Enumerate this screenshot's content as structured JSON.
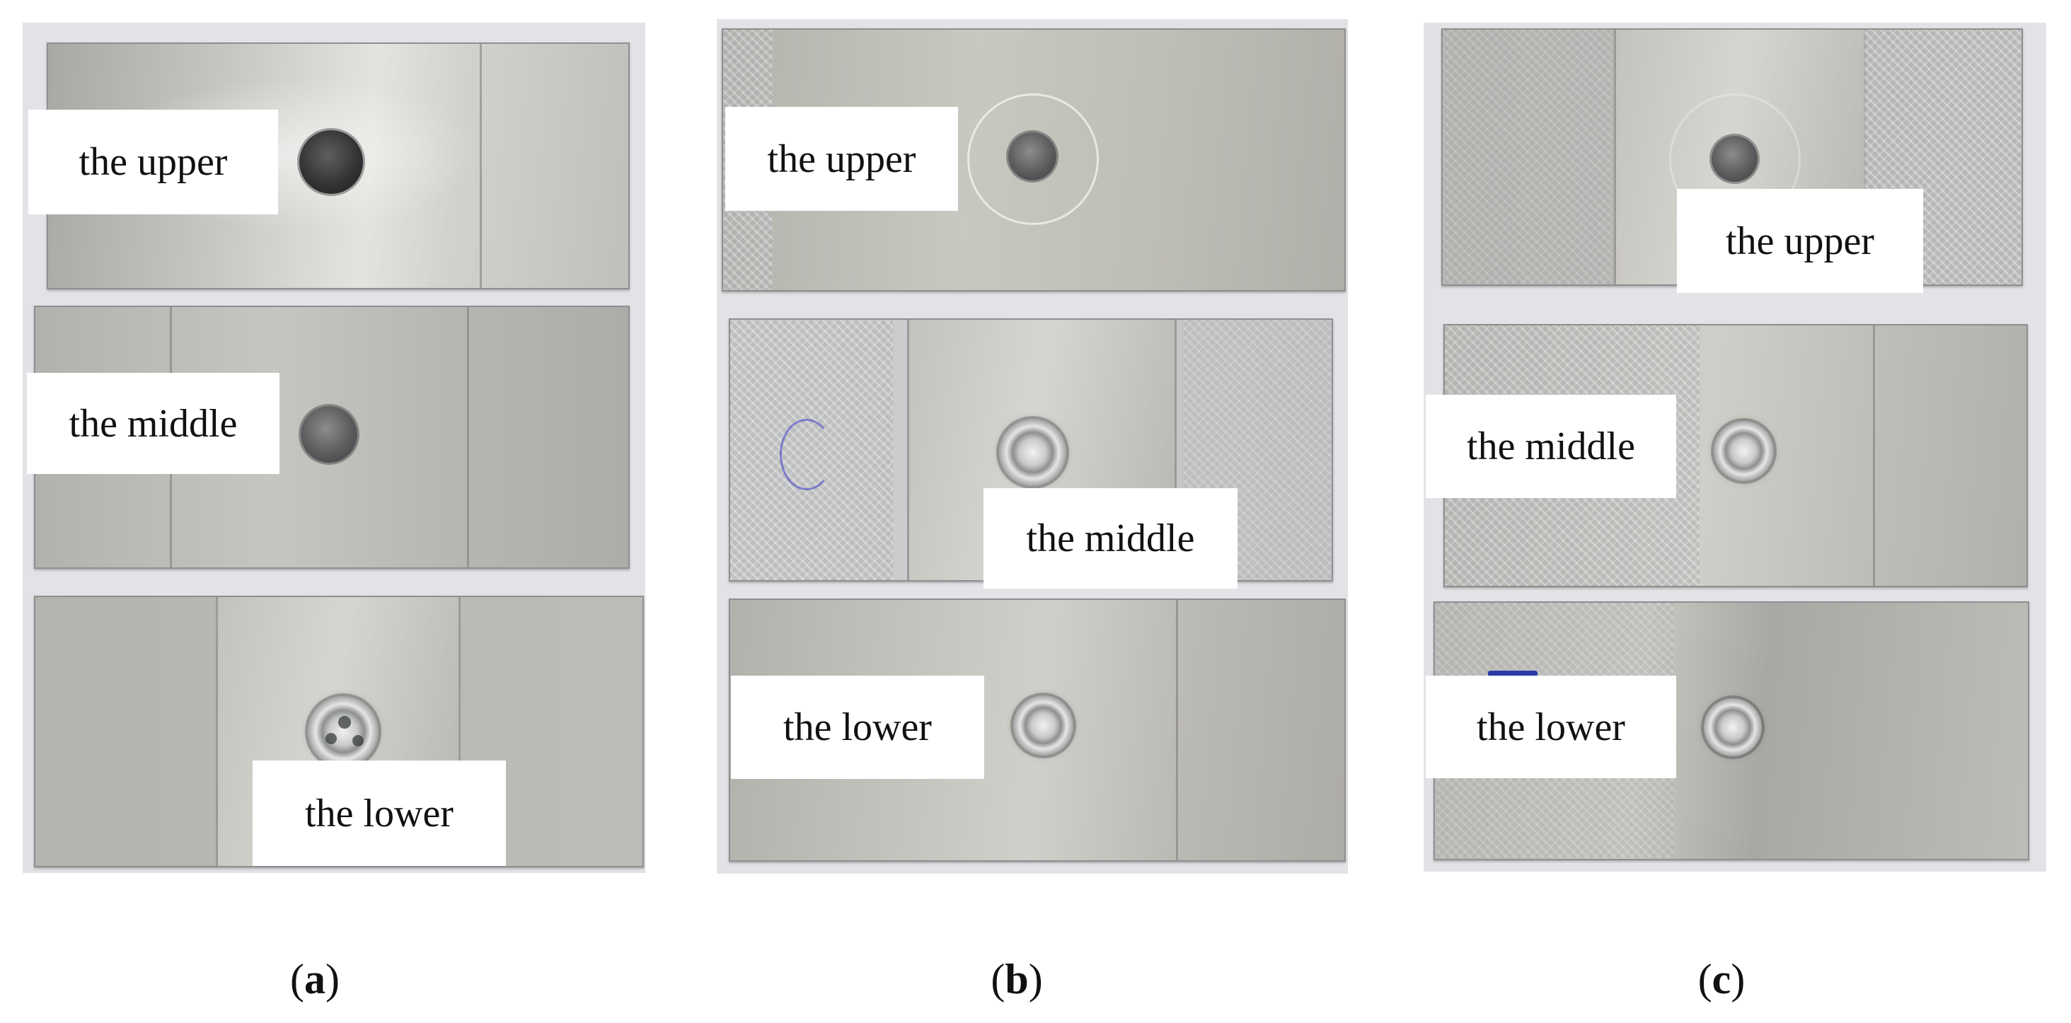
{
  "figure": {
    "panels": [
      {
        "id": "a",
        "caption_open": "(",
        "caption_letter": "a",
        "caption_close": ")",
        "labels": {
          "upper": "the upper",
          "middle": "the middle",
          "lower": "the lower"
        }
      },
      {
        "id": "b",
        "caption_open": "(",
        "caption_letter": "b",
        "caption_close": ")",
        "labels": {
          "upper": "the upper",
          "middle": "the middle",
          "lower": "the lower"
        }
      },
      {
        "id": "c",
        "caption_open": "(",
        "caption_letter": "c",
        "caption_close": ")",
        "labels": {
          "upper": "the upper",
          "middle": "the middle",
          "lower": "the lower"
        }
      }
    ],
    "colors": {
      "metal": "#b9b8b3",
      "photo_background": "#e2e3e6",
      "label_background": "#ffffff",
      "ink_mark": "#2b3aa8"
    }
  }
}
